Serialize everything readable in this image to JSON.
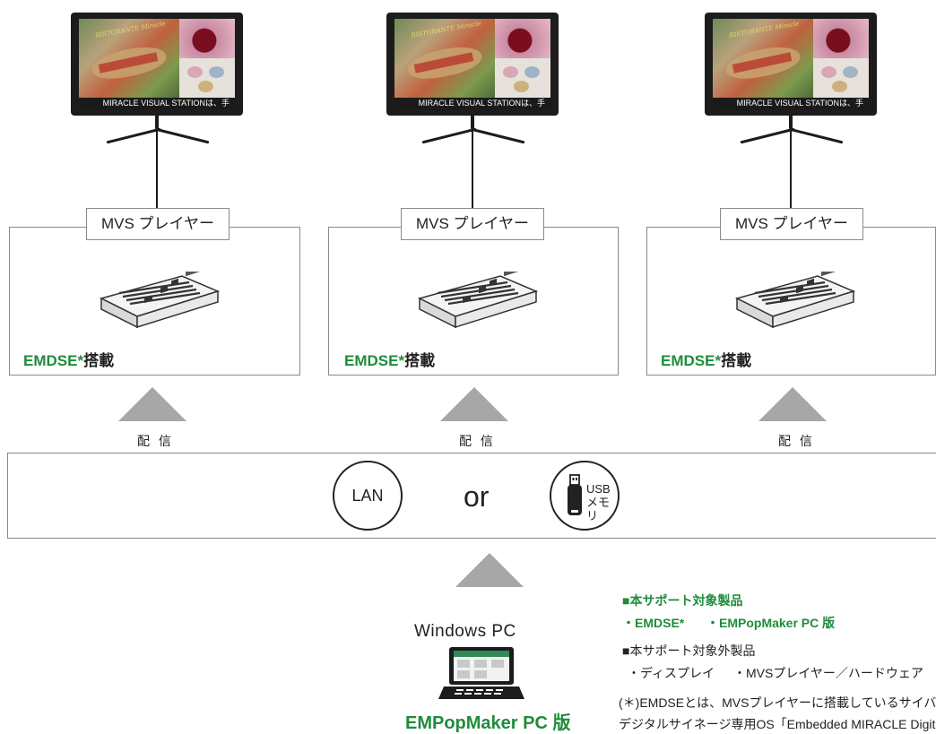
{
  "monitor": {
    "screen_brand": "RISTORANTE Miracle",
    "ticker_text": "MIRACLE VISUAL STATIONは、手"
  },
  "players": [
    {
      "label": "MVS プレイヤー",
      "os_name": "EMDSE*",
      "os_suffix": "搭載",
      "delivery_label": "配 信"
    },
    {
      "label": "MVS プレイヤー",
      "os_name": "EMDSE*",
      "os_suffix": "搭載",
      "delivery_label": "配 信"
    },
    {
      "label": "MVS プレイヤー",
      "os_name": "EMDSE*",
      "os_suffix": "搭載",
      "delivery_label": "配 信"
    }
  ],
  "distribution": {
    "lan_label": "LAN",
    "or_label": "or",
    "usb_line1": "USB",
    "usb_line2": "メモリ"
  },
  "source": {
    "windows_label": "Windows PC",
    "product_label": "EMPopMaker PC 版"
  },
  "notes": {
    "supported_heading": "■本サポート対象製品",
    "supported_item1": "・EMDSE*",
    "supported_item2": "・EMPopMaker PC 版",
    "unsupported_heading": "■本サポート対象外製品",
    "unsupported_item1": "・ディスプレイ",
    "unsupported_item2": "・MVSプレイヤー／ハードウェア",
    "footnote_line1": "(＊)EMDSEとは、MVSプレイヤーに搭載しているサイバートラ",
    "footnote_line2": "デジタルサイネージ専用OS「Embedded MIRACLE Digital Sig"
  },
  "colors": {
    "accent_green": "#1f8c3b",
    "frame_gray": "#8a8a8a",
    "monitor_black": "#1c1c1c"
  },
  "icons": [
    "monitor-icon",
    "player-device-icon",
    "usb-stick-icon",
    "laptop-icon",
    "up-arrow-icon"
  ]
}
